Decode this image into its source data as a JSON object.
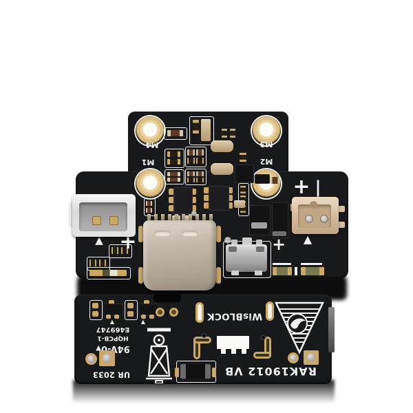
{
  "front": {
    "mount_labels": {
      "m1": "M1",
      "m2": "M2",
      "m3": "M3",
      "m4": "M4"
    },
    "silk": {
      "plus_left": "+",
      "plus_right": "+",
      "plus_top": "+",
      "minus_top": "|",
      "triangle": "▲"
    },
    "connectors": {
      "left": "white-jst-battery-connector",
      "right": "beige-jst-solar-connector",
      "center": "usb-c-port",
      "small": "silver-battery-connector"
    }
  },
  "back": {
    "silk": {
      "brand": "WisBLOCK",
      "model": "RAK19012 VB",
      "ul_file": "E469747",
      "fab_mark": "HQPCB-1",
      "flammability": "94V-0",
      "flammability_marker": "▼",
      "ul_recognized": "UR 2033",
      "triangle": "▲"
    },
    "icons": {
      "weee": "weee-crossed-bin-icon",
      "logo": "rak-triangle-logo-icon"
    }
  },
  "colors": {
    "background": "#ffffff",
    "pcb": "#18191b",
    "silk": "#f2f2f0",
    "gold": "#c9a868",
    "hole_gold": "#ddbe85",
    "connector_white": "#e3e3e3",
    "connector_beige": "#d8bfa1",
    "usb_metal": "#c4baab",
    "connector_silver": "#c0c0c0",
    "cap_tan": "#cdb48e",
    "led_green": "#76794f",
    "shadow": "#0c0c0d"
  }
}
